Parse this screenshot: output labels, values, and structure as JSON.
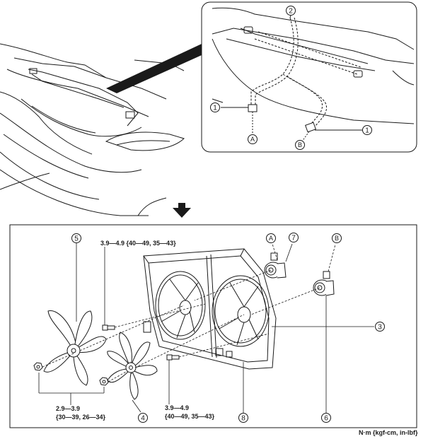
{
  "callouts": {
    "c1": "1",
    "c2": "2",
    "c3": "3",
    "c4": "4",
    "c5": "5",
    "c6": "6",
    "c7": "7",
    "c8": "8"
  },
  "connectors": {
    "a": "A",
    "b": "B"
  },
  "torque_specs": {
    "upper_bolt_line1": "3.9—4.9 {40—49, 35—43}",
    "lower_bolt_line1": "3.9—4.9",
    "lower_bolt_line2": "{40—49, 35—43}",
    "nut_line1": "2.9—3.9",
    "nut_line2": "{30—39, 26—34}"
  },
  "footer": {
    "units_note": "N·m {kgf-cm, in-lbf}"
  },
  "colors": {
    "line": "#1a1a1a",
    "background": "#ffffff"
  }
}
